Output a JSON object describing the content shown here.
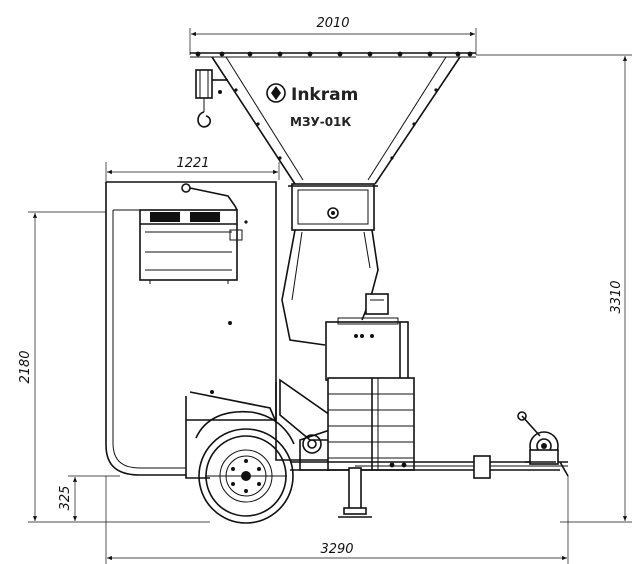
{
  "dimensions": {
    "hopper_width": "2010",
    "body_width": "1221",
    "height_total": "3310",
    "height_body": "2180",
    "height_frame": "325",
    "length_total": "3290"
  },
  "logo": {
    "brand": "Inkram",
    "model": "МЗУ-01К"
  }
}
